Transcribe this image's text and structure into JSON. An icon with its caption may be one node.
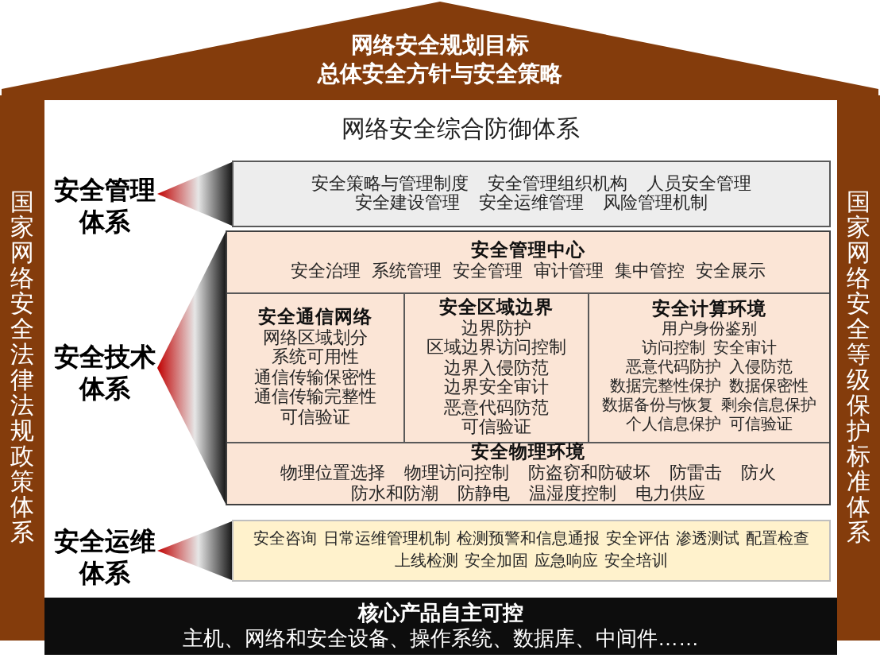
{
  "diagram": {
    "nodes": [
      {
        "text": [
          "网络安全规划目标",
          "总体安全方针与安全策略"
        ]
      },
      {
        "text": [
          "国家网络安全法律法规政策体系"
        ]
      },
      {
        "text": [
          "国家网络安全等级保护标准体系"
        ]
      },
      {
        "text": [
          "安全管理体系"
        ]
      },
      {
        "text": [
          "安全策略与管理制度",
          "安全管理组织机构",
          "人员安全管理",
          "安全建设管理",
          "安全运维管理",
          "风险管理机制"
        ]
      },
      {
        "text": [
          "安全技术体系"
        ]
      },
      {
        "text": [],
        "shape": "box"
      },
      {
        "text": [
          "安全管理中心",
          "安全治理",
          "系统管理",
          "安全管理",
          "审计管理",
          "集中管控",
          "安全展示"
        ],
        "in": 6
      },
      {
        "text": [
          "安全通信网络",
          "网络区域划分",
          "系统可用性",
          "通信传输保密性",
          "通信传输完整性",
          "可信验证"
        ],
        "in": 6
      },
      {
        "text": [
          "安全区域边界",
          "边界防护",
          "区域边界访问控制",
          "边界入侵防范",
          "边界安全审计",
          "恶意代码防范",
          "可信验证"
        ],
        "in": 6
      },
      {
        "text": [
          "安全计算环境",
          "用户身份鉴别",
          "访问控制",
          "安全审计",
          "恶意代码防护",
          "入侵防范",
          "数据完整性保护",
          "数据保密性",
          "数据备份与恢复",
          "剩余信息保护",
          "个人信息保护",
          "可信验证"
        ],
        "in": 6
      },
      {
        "text": [
          "安全物理环境",
          "物理位置选择",
          "物理访问控制",
          "防盗窃和防破坏",
          "防雷击",
          "防火",
          "防水和防潮",
          "防静电",
          "温湿度控制",
          "电力供应"
        ],
        "in": 6
      },
      {
        "text": [
          "安全运维体系"
        ]
      },
      {
        "text": [
          "安全咨询",
          "日常运维管理机制",
          "检测预警和信息通报",
          "安全评估",
          "渗透测试",
          "配置检查",
          "上线检测",
          "安全加固",
          "应急响应",
          "安全培训"
        ]
      },
      {
        "text": [
          "核心产品自主可控",
          "主机、网络和安全设备、操作系统、数据库、中间件……"
        ]
      }
    ],
    "edges": [
      {
        "from": 4,
        "to": 3,
        "arrow": "to"
      },
      {
        "from": 6,
        "to": 5,
        "arrow": "to"
      },
      {
        "from": 13,
        "to": 12,
        "arrow": "to"
      }
    ],
    "labels": [
      "网络安全综合防御体系"
    ]
  }
}
